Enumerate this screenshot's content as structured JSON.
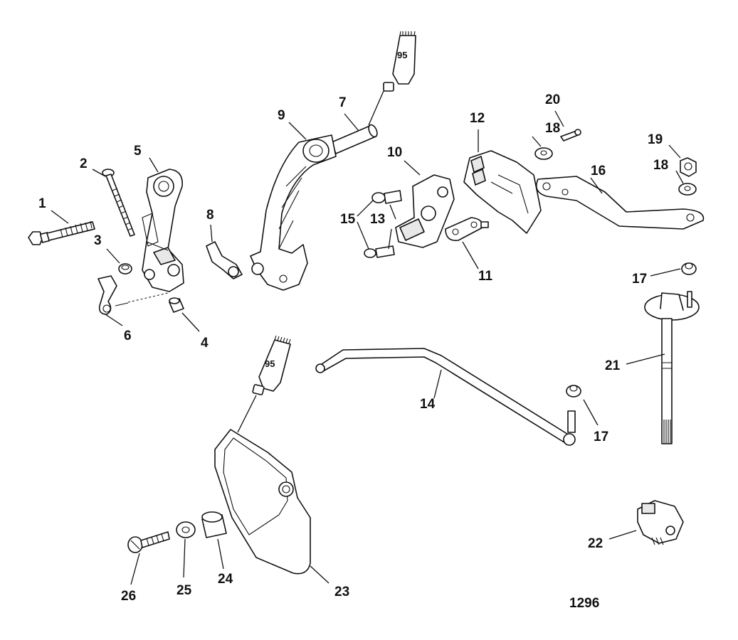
{
  "diagram_id": "1296",
  "sealant_tube_label": "95",
  "callouts": {
    "c1": "1",
    "c2": "2",
    "c3": "3",
    "c4": "4",
    "c5": "5",
    "c6": "6",
    "c7": "7",
    "c8": "8",
    "c9": "9",
    "c10": "10",
    "c11": "11",
    "c12": "12",
    "c13": "13",
    "c14": "14",
    "c15": "15",
    "c16": "16",
    "c17a": "17",
    "c17b": "17",
    "c18a": "18",
    "c18b": "18",
    "c19": "19",
    "c20": "20",
    "c21": "21",
    "c22": "22",
    "c23": "23",
    "c24": "24",
    "c25": "25",
    "c26": "26"
  }
}
